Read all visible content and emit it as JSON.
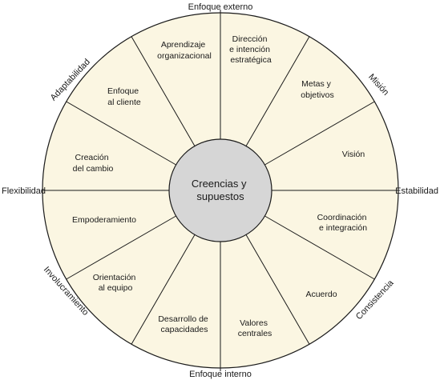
{
  "center": {
    "line1": "Creencias y",
    "line2": "supuestos"
  },
  "axes": {
    "top": "Enfoque externo",
    "bottom": "Enfoque interno",
    "left": "Flexibilidad",
    "right": "Estabilidad"
  },
  "dimensions": {
    "adaptability": "Adaptabilidad",
    "mission": "Misión",
    "consistency": "Consistencia",
    "involvement": "Involucramiento"
  },
  "segments": [
    {
      "key": "direccion",
      "line1": "Dirección",
      "line2": "e intención",
      "line3": "estratégica"
    },
    {
      "key": "metas",
      "line1": "Metas y",
      "line2": "objetivos"
    },
    {
      "key": "vision",
      "line1": "Visión"
    },
    {
      "key": "coordinacion",
      "line1": "Coordinación",
      "line2": "e integración"
    },
    {
      "key": "acuerdo",
      "line1": "Acuerdo"
    },
    {
      "key": "valores",
      "line1": "Valores",
      "line2": "centrales"
    },
    {
      "key": "desarrollo",
      "line1": "Desarrollo de",
      "line2": "capacidades"
    },
    {
      "key": "orientacion",
      "line1": "Orientación",
      "line2": "al equipo"
    },
    {
      "key": "empoderamiento",
      "line1": "Empoderamiento"
    },
    {
      "key": "creacion",
      "line1": "Creación",
      "line2": "del cambio"
    },
    {
      "key": "enfoque-cliente",
      "line1": "Enfoque",
      "line2": "al cliente"
    },
    {
      "key": "aprendizaje",
      "line1": "Aprendizaje",
      "line2": "organizacional"
    }
  ],
  "colors": {
    "wheel_fill": "#fbf6e2",
    "hub_fill": "#d6d6d6",
    "line": "#1a1a1a"
  }
}
